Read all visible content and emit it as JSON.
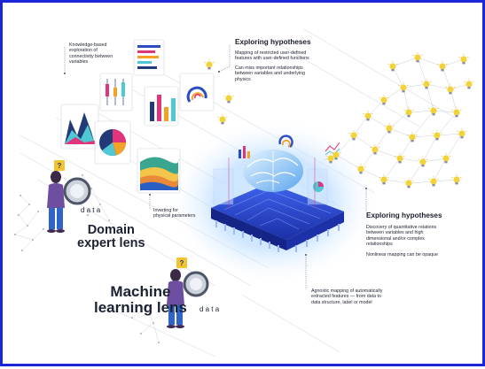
{
  "domain_lens": {
    "title_line1": "Domain",
    "title_line2": "expert lens",
    "data_label": "data"
  },
  "ml_lens": {
    "title_line1": "Machine",
    "title_line2": "learning lens",
    "data_label": "data"
  },
  "annotations": {
    "knowledge": {
      "line1": "Knowledge-based",
      "line2": "exploration of",
      "line3": "connectivity between",
      "line4": "variables"
    },
    "inverting": {
      "line1": "Inverting for",
      "line2": "physical parameters"
    },
    "agnostic": {
      "line1": "Agnostic mapping of automatically",
      "line2": "extracted features — from data to",
      "line3": "data structure, label or model"
    }
  },
  "hypotheses_top": {
    "heading": "Exploring hypotheses",
    "p1_line1": "Mapping of restricted user-defined",
    "p1_line2": "features with user-defined functions",
    "p2_line1": "Can miss important relationships",
    "p2_line2": "between variables and underlying",
    "p2_line3": "physics"
  },
  "hypotheses_right": {
    "heading": "Exploring hypotheses",
    "p1_line1": "Discovery of quantitative relations",
    "p1_line2": "between variables and high",
    "p1_line3": "dimensional and/or complex",
    "p1_line4": "relationships",
    "p2_line1": "Nonlinear mapping can be opaque"
  },
  "colors": {
    "frame_border": "#1a26d8",
    "card_navy": "#223a77",
    "card_pink": "#e0357a",
    "card_orange": "#f4a225",
    "card_teal": "#4fc7d4",
    "bulb_yellow": "#f3d33c",
    "chip_blue": "#2840c8",
    "brain_glow": "#9fd2ff"
  }
}
